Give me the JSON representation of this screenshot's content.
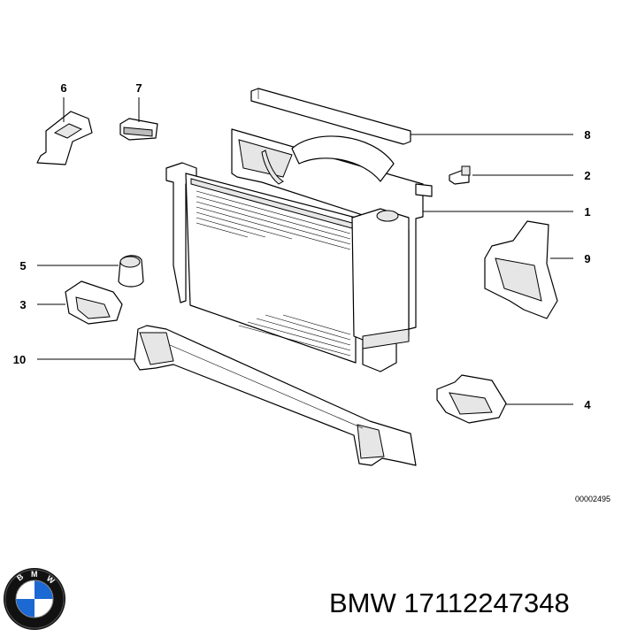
{
  "callouts": {
    "c1": "1",
    "c2": "2",
    "c3": "3",
    "c4": "4",
    "c5": "5",
    "c6": "6",
    "c7": "7",
    "c8": "8",
    "c9": "9",
    "c10": "10"
  },
  "reference_code": "00002495",
  "logo": {
    "name": "bmw-roundel-icon",
    "text": "BMW",
    "colors": {
      "ring": "#000000",
      "blue": "#1c69d4",
      "white": "#ffffff"
    }
  },
  "caption": {
    "brand": "BMW",
    "part_number": "17112247348",
    "text": "BMW 17112247348"
  }
}
